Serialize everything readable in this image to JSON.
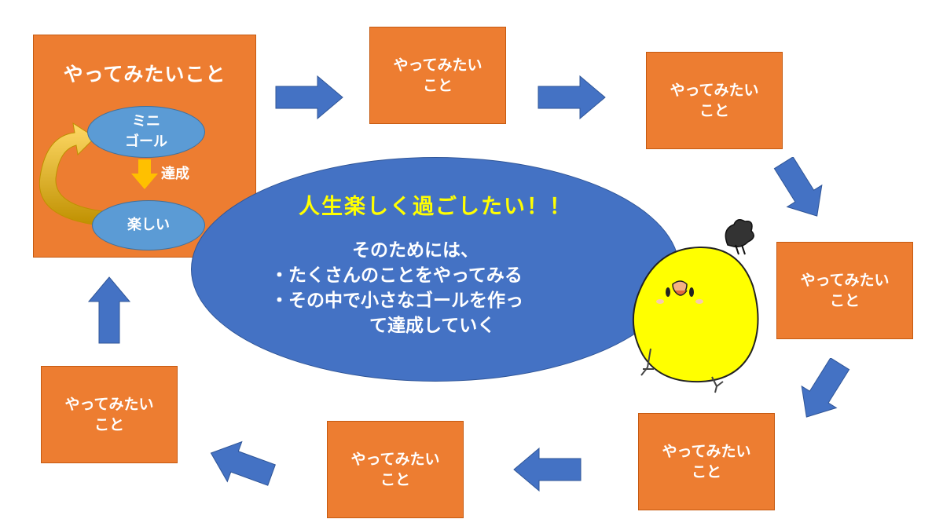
{
  "main": {
    "title": "やってみたいこと",
    "cycle": {
      "goal_line1": "ミニ",
      "goal_line2": "ゴール",
      "fun": "楽しい",
      "achieve": "達成"
    }
  },
  "boxes": [
    {
      "line1": "やってみたい",
      "line2": "こと"
    },
    {
      "line1": "やってみたい",
      "line2": "こと"
    },
    {
      "line1": "やってみたい",
      "line2": "こと"
    },
    {
      "line1": "やってみたい",
      "line2": "こと"
    },
    {
      "line1": "やってみたい",
      "line2": "こと"
    },
    {
      "line1": "やってみたい",
      "line2": "こと"
    }
  ],
  "center": {
    "title": "人生楽しく過ごしたい！！",
    "lines": [
      "そのためには、",
      "・たくさんのことをやってみる",
      "・その中で小さなゴールを作っ",
      "て達成していく"
    ]
  },
  "colors": {
    "box_orange": "#ed7d31",
    "arrow_blue": "#4472c4",
    "ellipse_blue": "#4472c4",
    "cycle_blue": "#5b9bd5",
    "title_yellow": "#ffff00",
    "cycle_arrow": "#ffc000"
  },
  "icons": [
    "chick-illustration"
  ]
}
